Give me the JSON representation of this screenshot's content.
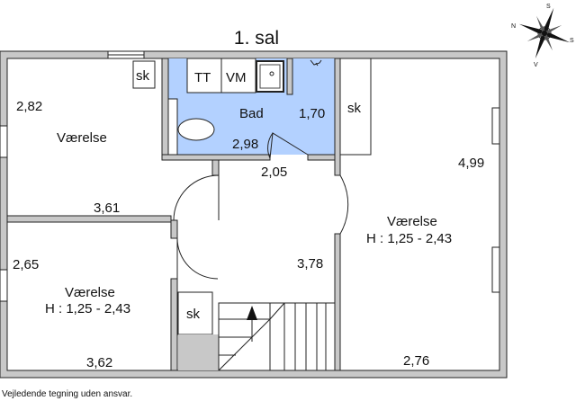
{
  "title": "1. sal",
  "footer": "Vejledende tegning uden ansvar.",
  "compass": {
    "top": "S",
    "left": "N",
    "right": "S",
    "bottom": "V"
  },
  "colors": {
    "bathroom": "#b3d1ff",
    "wall": "#c8c8c8"
  },
  "rooms": {
    "room_top_left": {
      "label": "Værelse",
      "dim_height": "2,82",
      "dim_width": "3,61"
    },
    "room_bottom_left": {
      "label": "Værelse",
      "height_note": "H : 1,25 - 2,43",
      "dim_height": "2,65",
      "dim_width": "3,62"
    },
    "bathroom": {
      "label": "Bad",
      "dim_height": "1,70",
      "dim_width": "2,98",
      "fixtures": [
        "TT",
        "VM"
      ]
    },
    "hall": {
      "dim_width": "2,05",
      "dim_height": "3,78"
    },
    "room_right": {
      "label": "Værelse",
      "height_note": "H : 1,25 - 2,43",
      "dim_height": "4,99",
      "dim_width": "2,76"
    }
  },
  "closets": [
    "sk",
    "sk",
    "sk"
  ]
}
